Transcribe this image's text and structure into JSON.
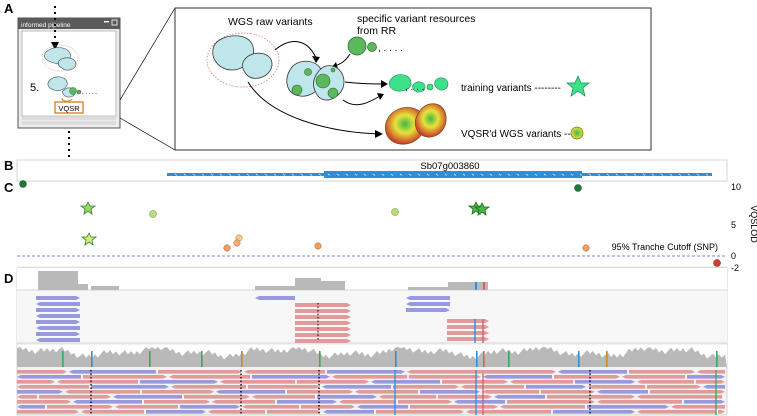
{
  "panels": {
    "a": "A",
    "b": "B",
    "c": "C",
    "d": "D"
  },
  "window": {
    "title": "informed pipeline",
    "step_number": "5.",
    "step_button": "VQSR"
  },
  "schematic": {
    "raw_variants_label": "WGS raw variants",
    "resources_label_line1": "specific variant resources",
    "resources_label_line2": "from RR",
    "resource_ellipsis": ", . . . .",
    "training_ellipsis": ", . . .",
    "training_label": "training variants --------",
    "vqsr_label": "VQSR'd WGS variants --"
  },
  "gene_track": {
    "gene_name": "Sb07g003860"
  },
  "vqslod": {
    "axis_label": "VQSLOD",
    "ticks": [
      "10",
      "5",
      "0",
      "-2"
    ],
    "cutoff_label": "95% Tranche Cutoff (SNP)"
  },
  "colors": {
    "gene_blue": "#2b8fe0",
    "read_blue": "#9999dd",
    "read_red": "#e39a9a",
    "coverage_gray": "#b9b9b9",
    "training_green": "#3ee08a",
    "cutoff_line": "#5a5ad6"
  }
}
